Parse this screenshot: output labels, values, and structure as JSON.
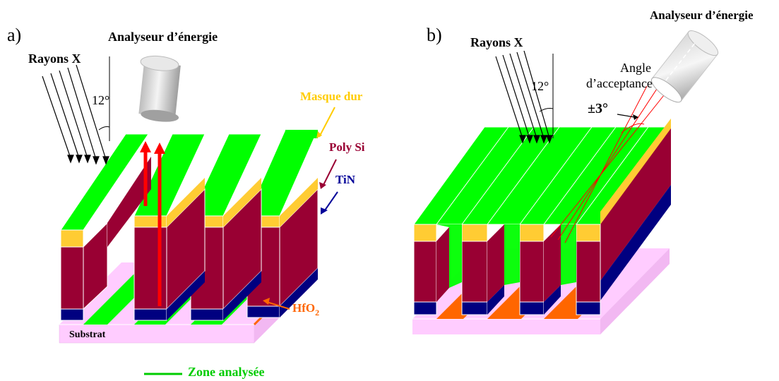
{
  "panels": {
    "a": {
      "label": "a)",
      "analyzer_label": "Analyseur d’énergie",
      "xray_label": "Rayons X",
      "angle_label": "12°",
      "layers": {
        "hard_mask": "Masque dur",
        "poly_si": "Poly Si",
        "tin": "TiN",
        "hfo2_base": "HfO",
        "hfo2_sub": "2",
        "substrate": "Substrat"
      }
    },
    "b": {
      "label": "b)",
      "analyzer_label": "Analyseur d’énergie",
      "xray_label": "Rayons X",
      "angle_label": "12°",
      "acceptance_label_1": "Angle",
      "acceptance_label_2": "d’acceptance",
      "acceptance_value": "±3°"
    }
  },
  "legend": {
    "label": "Zone analysée"
  },
  "colors": {
    "green": "#00ff00",
    "yellow": "#ffcc33",
    "poly": "#990033",
    "tin": "#000080",
    "hfo2": "#ff6600",
    "substrate": "#ffccff",
    "arrow_red": "#ff0000",
    "label_yellow": "#ffcc00",
    "label_poly": "#990033",
    "label_tin": "#000099",
    "label_hfo2": "#ff6600",
    "label_green": "#00cc00"
  }
}
